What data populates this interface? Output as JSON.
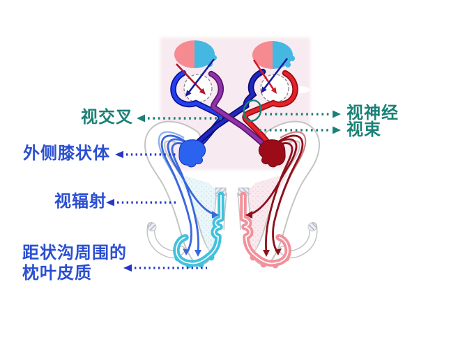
{
  "diagram": {
    "labels": {
      "optic_chiasm": "视交叉",
      "optic_nerve": "视神经",
      "optic_tract": "视束",
      "lateral_geniculate_body": "外侧膝状体",
      "optic_radiation": "视辐射",
      "calcarine_cortex_line1": "距状沟周围的",
      "calcarine_cortex_line2": "枕叶皮质"
    },
    "colors": {
      "teal_label": "#1a8176",
      "blue_label": "#2b4fd2",
      "left_visual_field": "#f58a90",
      "right_visual_field": "#45b8e2",
      "uncrossed_left_fiber": "#2340f0",
      "crossed_left_fiber": "#9032a8",
      "uncrossed_right_fiber": "#e82028",
      "crossed_right_fiber": "#2028c0",
      "left_lgn": "#2b63ee",
      "right_lgn": "#9c0c18",
      "left_cortex": "#41c1dc",
      "right_cortex": "#f2919c",
      "scan_background": "#f7eaf0"
    }
  }
}
